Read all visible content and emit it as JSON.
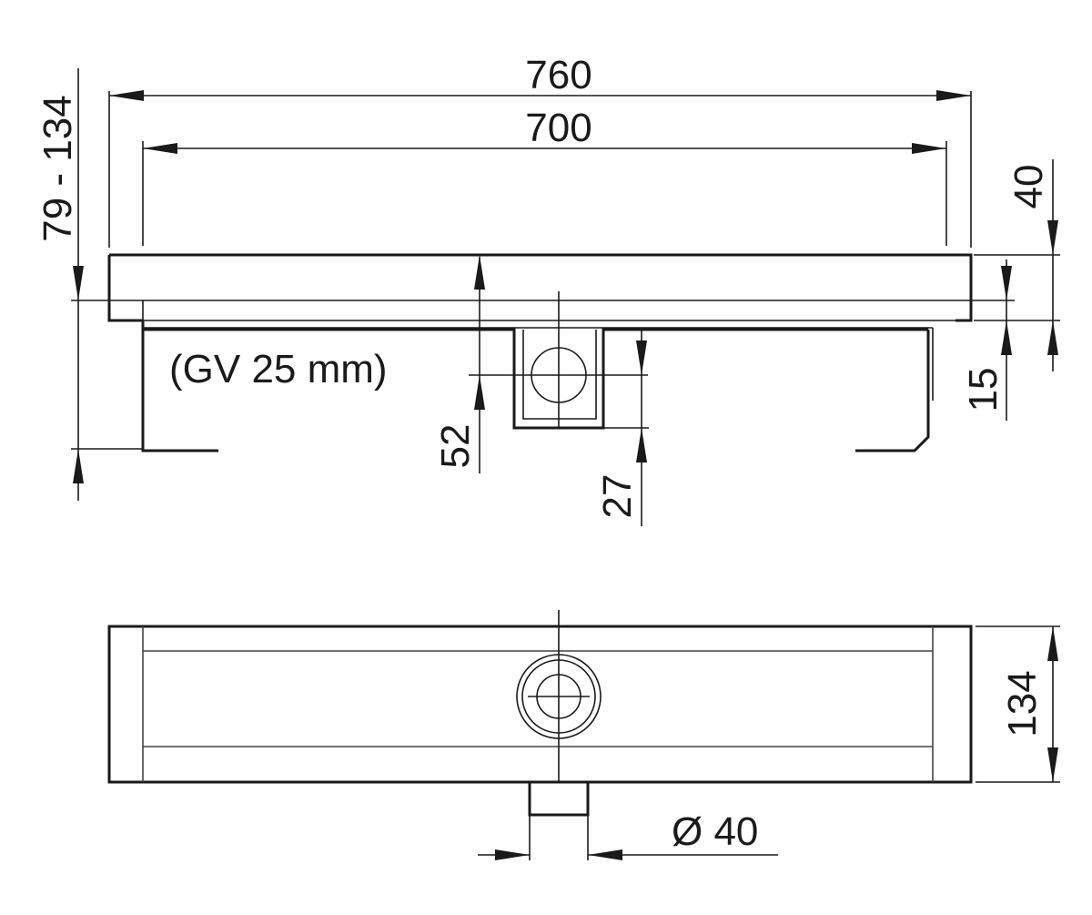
{
  "drawing": {
    "side_view": {
      "overall_length": "760",
      "channel_length": "700",
      "height_range": "79 - 134",
      "grate_height": "40",
      "flange_height": "15",
      "outlet_depth": "52",
      "outlet_center": "27",
      "note": "(GV 25 mm)"
    },
    "top_view": {
      "width": "134",
      "outlet_diameter": "Ø 40"
    }
  }
}
